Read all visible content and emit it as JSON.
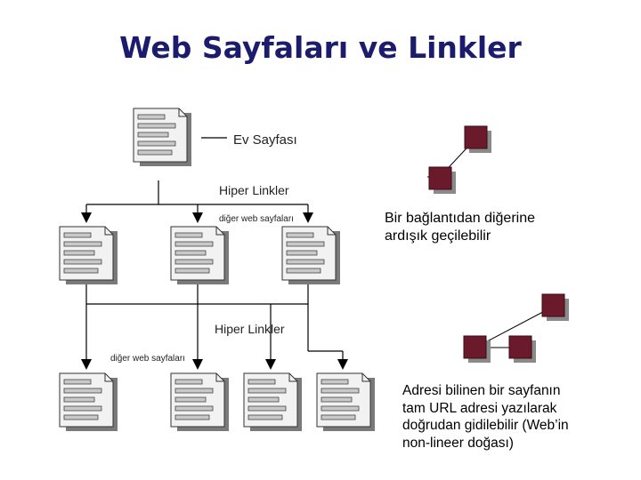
{
  "title": "Web Sayfaları ve Linkler",
  "diagram": {
    "home_page_label": "Ev Sayfası",
    "hyperlinks_label_1": "Hiper Linkler",
    "other_pages_label_1": "diğer web sayfaları",
    "hyperlinks_label_2": "Hiper Linkler",
    "other_pages_label_2": "diğer web sayfaları"
  },
  "descriptions": {
    "sequential_line1": "Bir bağlantıdan diğerine",
    "sequential_line2": "ardışık geçilebilir",
    "direct_line1": "Adresi bilinen bir sayfanın",
    "direct_line2": "tam URL adresi yazılarak",
    "direct_line3": "doğrudan gidilebilir (Web’in",
    "direct_line4": "non-lineer doğası)"
  },
  "colors": {
    "title": "#1c1c6e",
    "node": "#6b1a2c"
  }
}
